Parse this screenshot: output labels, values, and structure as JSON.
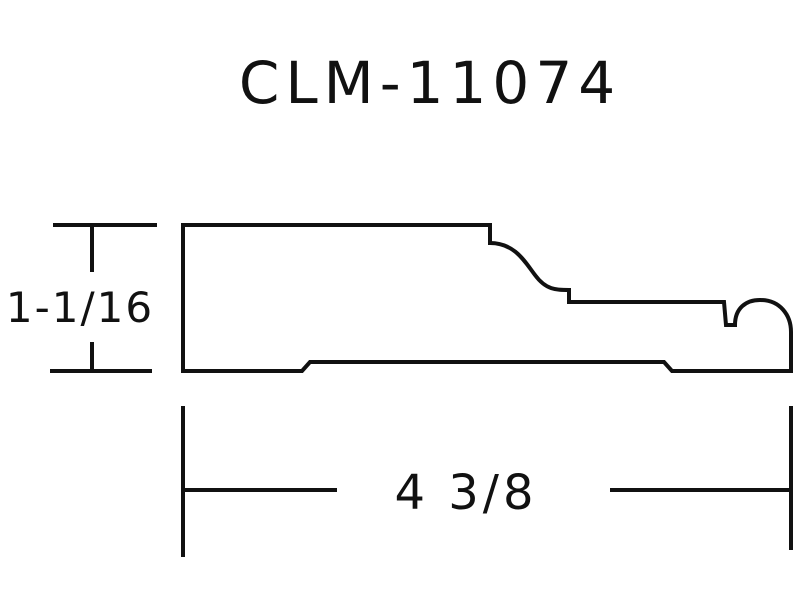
{
  "drawing": {
    "part_number": "CLM-11074",
    "height_dimension": "1-1/16",
    "width_dimension": "4 3/8",
    "ink_color": "#111111",
    "background_color": "#ffffff"
  }
}
